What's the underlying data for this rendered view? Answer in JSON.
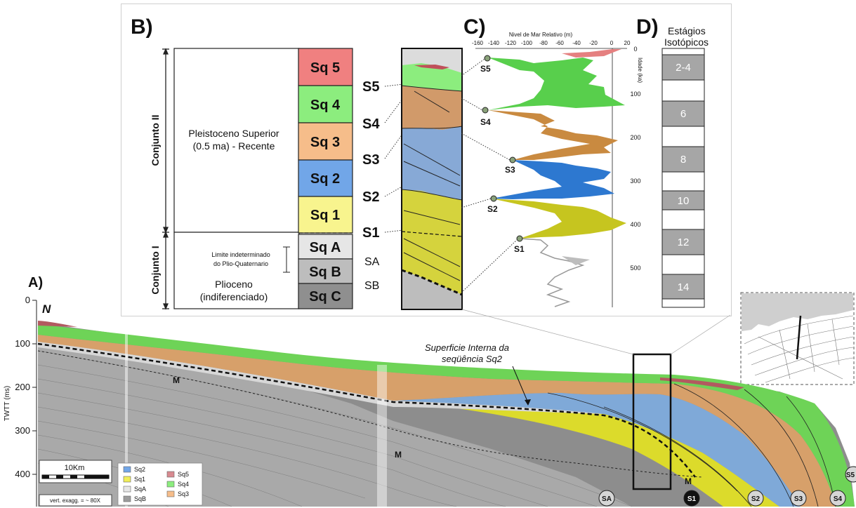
{
  "panels": {
    "a": "A)",
    "b": "B)",
    "c": "C)",
    "d": "D)"
  },
  "conjuntos": [
    "Conjunto II",
    "Conjunto I"
  ],
  "ages": {
    "upper": [
      "Pleistoceno Superior",
      "(0.5 ma) - Recente"
    ],
    "limit_note": [
      "Limite indeterminado",
      "do Plio-Quaternario"
    ],
    "lower": [
      "Plioceno",
      "(indiferenciado)"
    ]
  },
  "sequences": [
    {
      "label": "Sq 5",
      "color": "#f08080"
    },
    {
      "label": "Sq 4",
      "color": "#8ced7e"
    },
    {
      "label": "Sq 3",
      "color": "#f6bd8a"
    },
    {
      "label": "Sq 2",
      "color": "#71a6e8"
    },
    {
      "label": "Sq 1",
      "color": "#f8f48e"
    },
    {
      "label": "Sq A",
      "color": "#e6e6e6"
    },
    {
      "label": "Sq B",
      "color": "#bdbdbd"
    },
    {
      "label": "Sq C",
      "color": "#8f8f8f"
    }
  ],
  "surfaces": [
    "S5",
    "S4",
    "S3",
    "S2",
    "S1",
    "SA",
    "SB"
  ],
  "sea_level_curve": {
    "title": "Nivel de Mar Relativo (m)",
    "x_ticks": [
      "-160",
      "-140",
      "-120",
      "-100",
      "-80",
      "-60",
      "-40",
      "-20",
      "0",
      "20"
    ],
    "y_label": "Idade (ka)",
    "y_ticks": [
      "0",
      "100",
      "200",
      "300",
      "400",
      "500"
    ],
    "points": [
      "S5",
      "S4",
      "S3",
      "S2",
      "S1"
    ]
  },
  "isotopic": {
    "title": [
      "Estágios",
      "Isotópicos"
    ],
    "stages": [
      "2-4",
      "6",
      "8",
      "10",
      "12",
      "14"
    ]
  },
  "seismic": {
    "north": "N",
    "y_label": "TWTT (ms)",
    "y_ticks": [
      "0",
      "100",
      "200",
      "300",
      "400"
    ],
    "annotation": [
      "Superficie Interna da",
      "seqüência Sq2"
    ],
    "horizon_label": "M",
    "surface_markers": [
      "SA",
      "S1",
      "S2",
      "S3",
      "S4",
      "S5"
    ],
    "scale_label": "10Km",
    "vert_exagg": "vert. exagg. = ~ 80X"
  },
  "legend": [
    "Sq2",
    "Sq1",
    "SqA",
    "SqB",
    "Sq5",
    "Sq4",
    "Sq3"
  ]
}
